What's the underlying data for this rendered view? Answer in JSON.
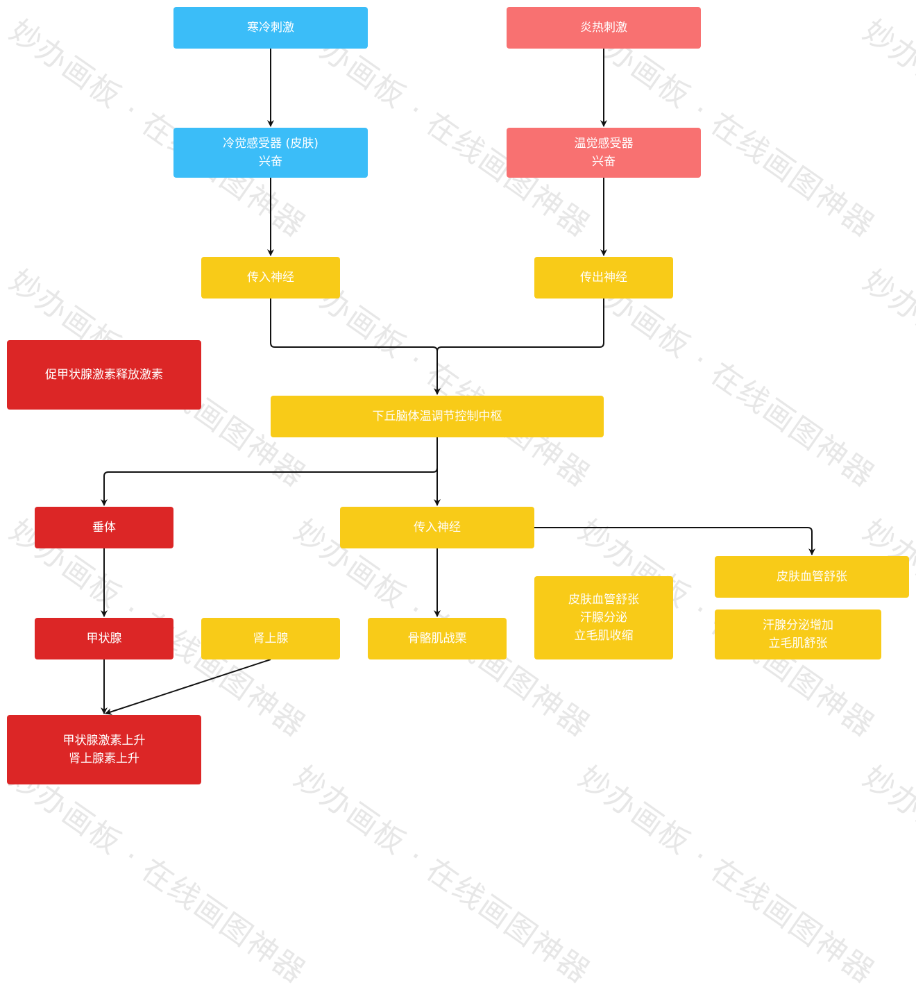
{
  "watermark": {
    "text": "妙办画板 · 在线画图神器"
  },
  "colors": {
    "cold": "#3bbdf8",
    "hot": "#f87171",
    "neutral": "#f8cb18",
    "hormone": "#dc2626",
    "arrow": "#111111"
  },
  "nodes": {
    "cold_stimulus": "寒冷刺激",
    "hot_stimulus": "炎热刺激",
    "cold_receptor": "冷觉感受器 (皮肤)\n兴奋",
    "warm_receptor": "温觉感受器\n兴奋",
    "afferent_nerve_left": "传入神经",
    "efferent_nerve_right": "传出神经",
    "trh": "促甲状腺激素释放激素",
    "hypothalamus": "下丘脑体温调节控制中枢",
    "pituitary": "垂体",
    "afferent_nerve_mid": "传入神经",
    "skin_vessel_dilate_top": "皮肤血管舒张",
    "thyroid": "甲状腺",
    "adrenal": "肾上腺",
    "muscle_shiver": "骨骼肌战栗",
    "multi_response": "皮肤血管舒张\n汗腺分泌\n立毛肌收缩",
    "sweat_increase": "汗腺分泌增加\n立毛肌舒张",
    "hormones_up": "甲状腺激素上升\n肾上腺素上升"
  }
}
